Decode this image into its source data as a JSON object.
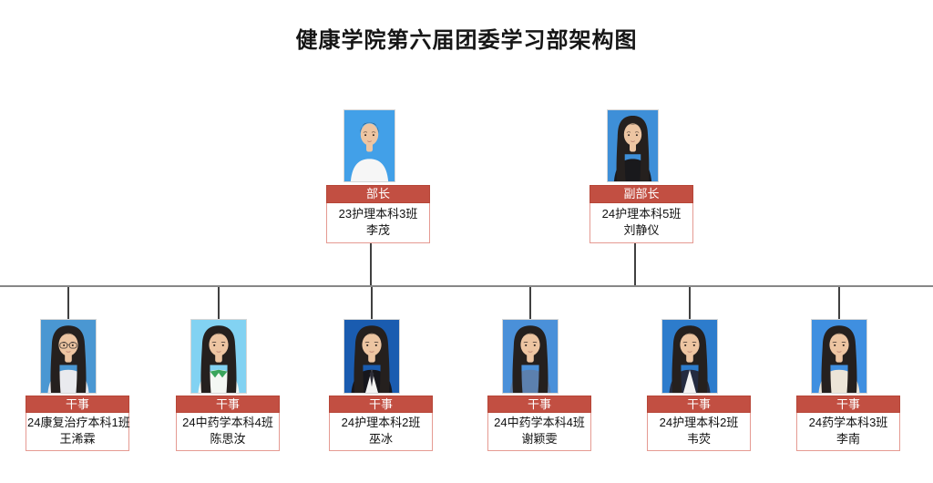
{
  "title": "健康学院第六届团委学习部架构图",
  "colors": {
    "label_bg": "#c24f42",
    "label_border": "#b64537",
    "label_text": "#ffffff",
    "info_bg": "#ffffff",
    "info_border": "#e59a92",
    "hline": "#878787",
    "vline": "#404040"
  },
  "leaders": [
    {
      "role": "部长",
      "class": "23护理本科3班",
      "name": "李茂",
      "avatar": {
        "bg": "#42a0e8",
        "hair": "short",
        "shirt": "#f6f6f6"
      }
    },
    {
      "role": "副部长",
      "class": "24护理本科5班",
      "name": "刘静仪",
      "avatar": {
        "bg": "#3e8fd8",
        "hair": "long",
        "shirt": "#19191c"
      }
    }
  ],
  "members": [
    {
      "role": "干事",
      "class": "24康复治疗本科1班",
      "name": "王浠霖",
      "avatar": {
        "bg": "#4a97d2",
        "hair": "long",
        "shirt": "#e9eaee",
        "glasses": true
      }
    },
    {
      "role": "干事",
      "class": "24中药学本科4班",
      "name": "陈思汝",
      "avatar": {
        "bg": "#82d2f2",
        "hair": "long",
        "shirt": "#f4f7f3",
        "collar": "#3aa55c"
      }
    },
    {
      "role": "干事",
      "class": "24护理本科2班",
      "name": "巫冰",
      "avatar": {
        "bg": "#1a5cb0",
        "hair": "long",
        "shirt": "#16161c",
        "inner": "#f2f2f2",
        "tie": "#2d2d38"
      }
    },
    {
      "role": "干事",
      "class": "24中药学本科4班",
      "name": "谢颖雯",
      "avatar": {
        "bg": "#4a90d9",
        "hair": "long",
        "shirt": "#5c80ae"
      }
    },
    {
      "role": "干事",
      "class": "24护理本科2班",
      "name": "韦荧",
      "avatar": {
        "bg": "#2d7ccc",
        "hair": "long",
        "shirt": "#242b40",
        "inner": "#f3f3f3"
      }
    },
    {
      "role": "干事",
      "class": "24药学本科3班",
      "name": "李南",
      "avatar": {
        "bg": "#3f8fe0",
        "hair": "long",
        "shirt": "#ece5d8"
      }
    }
  ]
}
